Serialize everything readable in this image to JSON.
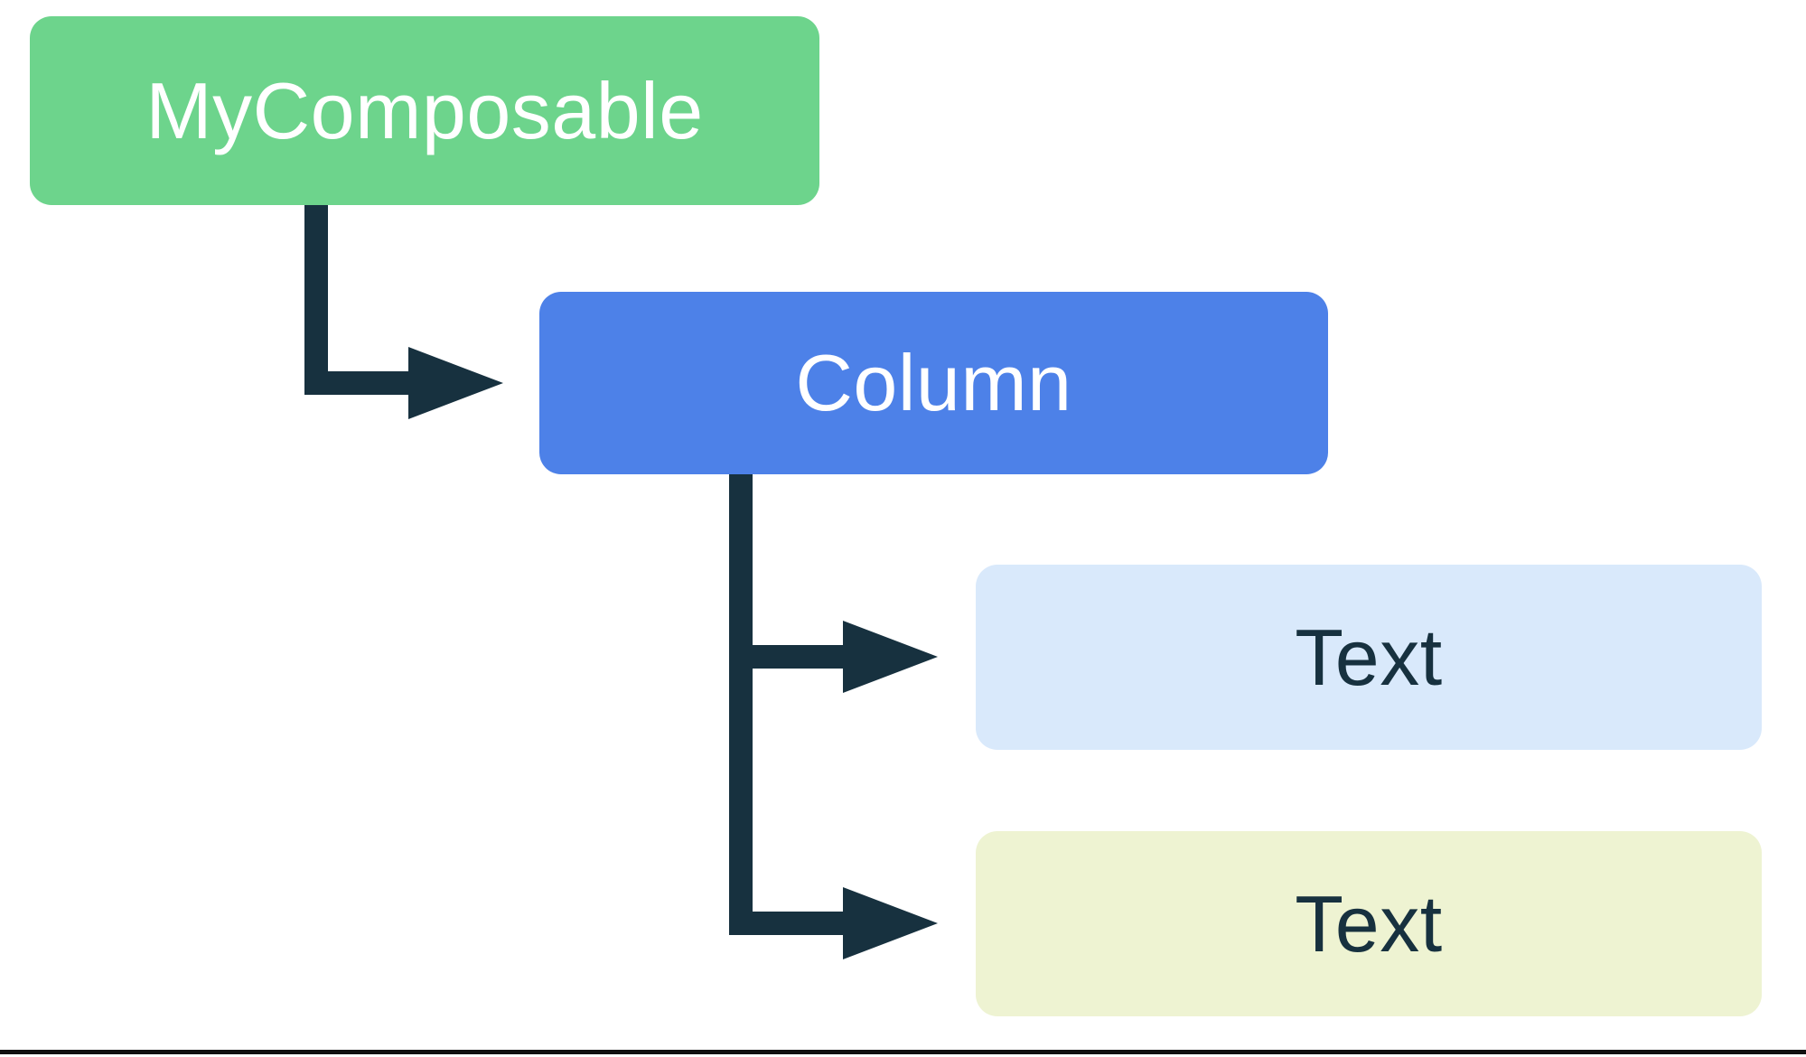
{
  "diagram": {
    "type": "ui-tree",
    "nodes": [
      {
        "id": "mycomposable",
        "label": "MyComposable",
        "fill": "#6dd48c",
        "text_color": "#ffffff"
      },
      {
        "id": "column",
        "label": "Column",
        "fill": "#4d81e8",
        "text_color": "#ffffff"
      },
      {
        "id": "text-1",
        "label": "Text",
        "fill": "#d9e9fb",
        "text_color": "#17313f"
      },
      {
        "id": "text-2",
        "label": "Text",
        "fill": "#eef3d2",
        "text_color": "#17313f"
      }
    ],
    "edges": [
      {
        "from": "mycomposable",
        "to": "column"
      },
      {
        "from": "column",
        "to": "text-1"
      },
      {
        "from": "column",
        "to": "text-2"
      }
    ],
    "arrow_color": "#17313f",
    "bottom_divider_color": "#101010",
    "background_color": "#ffffff"
  }
}
